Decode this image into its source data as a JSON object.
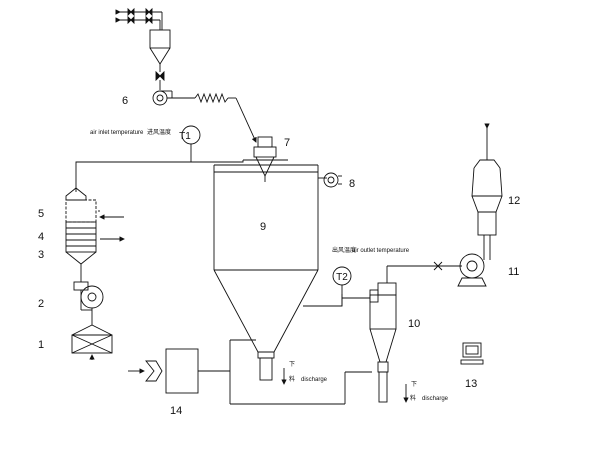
{
  "labels": {
    "inlet_en": "air inlet temperature",
    "inlet_cn": "进风温度",
    "outlet_cn": "出风温度",
    "outlet_en": "air outlet temperature",
    "discharge": "discharge",
    "down_cn": "下",
    "material_cn": "料",
    "t1": "T1",
    "t2": "T2"
  },
  "numbers": {
    "n1": "1",
    "n2": "2",
    "n3": "3",
    "n4": "4",
    "n5": "5",
    "n6": "6",
    "n7": "7",
    "n8": "8",
    "n9": "9",
    "n10": "10",
    "n11": "11",
    "n12": "12",
    "n13": "13",
    "n14": "14"
  }
}
